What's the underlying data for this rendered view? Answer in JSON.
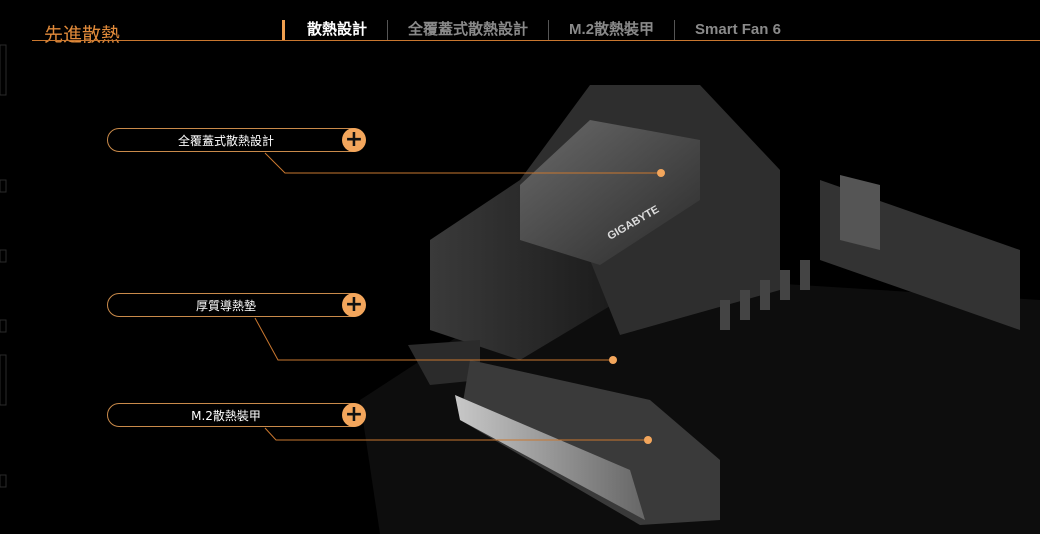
{
  "header": {
    "title": "先進散熱",
    "tabs": [
      {
        "label": "散熱設計",
        "active": true
      },
      {
        "label": "全覆蓋式散熱設計"
      },
      {
        "label": "M.2散熱裝甲"
      },
      {
        "label": "Smart Fan 6"
      }
    ]
  },
  "hotspots": [
    {
      "label": "全覆蓋式散熱設計",
      "icon": "plus-icon"
    },
    {
      "label": "厚質導熱墊",
      "icon": "plus-icon"
    },
    {
      "label": "M.2散熱裝甲",
      "icon": "plus-icon"
    }
  ],
  "product": {
    "brand_logo": "GIGABYTE"
  },
  "colors": {
    "accent": "#f3a65c",
    "line": "#c9772f"
  }
}
